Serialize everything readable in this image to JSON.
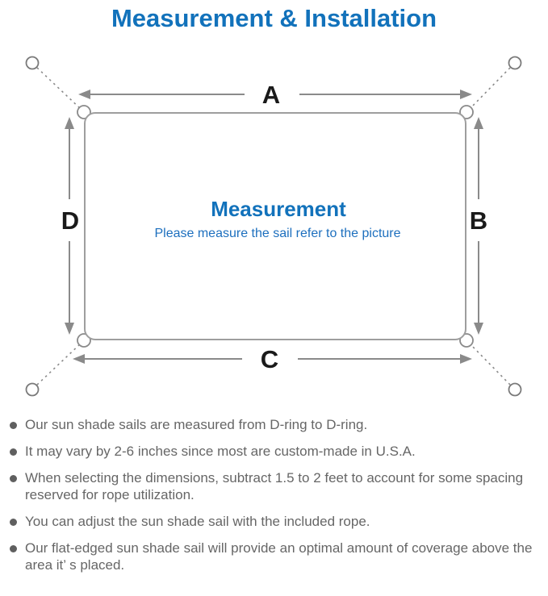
{
  "page": {
    "title": "Measurement & Installation"
  },
  "diagram": {
    "dimension_labels": {
      "top": "A",
      "right": "B",
      "bottom": "C",
      "left": "D"
    },
    "center": {
      "title": "Measurement",
      "subtitle": "Please measure the sail refer to the picture"
    }
  },
  "notes": {
    "items": [
      "Our sun shade sails are measured from D-ring to D-ring.",
      "It may vary by 2-6 inches since most are custom-made in U.S.A.",
      "When selecting the dimensions, subtract 1.5 to 2 feet to account for some spacing reserved for rope utilization.",
      "You can adjust the sun shade sail with the included rope.",
      "Our flat-edged sun shade sail will provide an optimal amount of coverage above the area it’ s placed."
    ]
  },
  "colors": {
    "accent_blue": "#1272bb",
    "subtitle_blue": "#1d6fbe",
    "diagram_gray": "#8a8a8a",
    "outline_gray": "#9e9e9e",
    "note_text_gray": "#666666",
    "dimension_label_black": "#1a1a1a"
  }
}
